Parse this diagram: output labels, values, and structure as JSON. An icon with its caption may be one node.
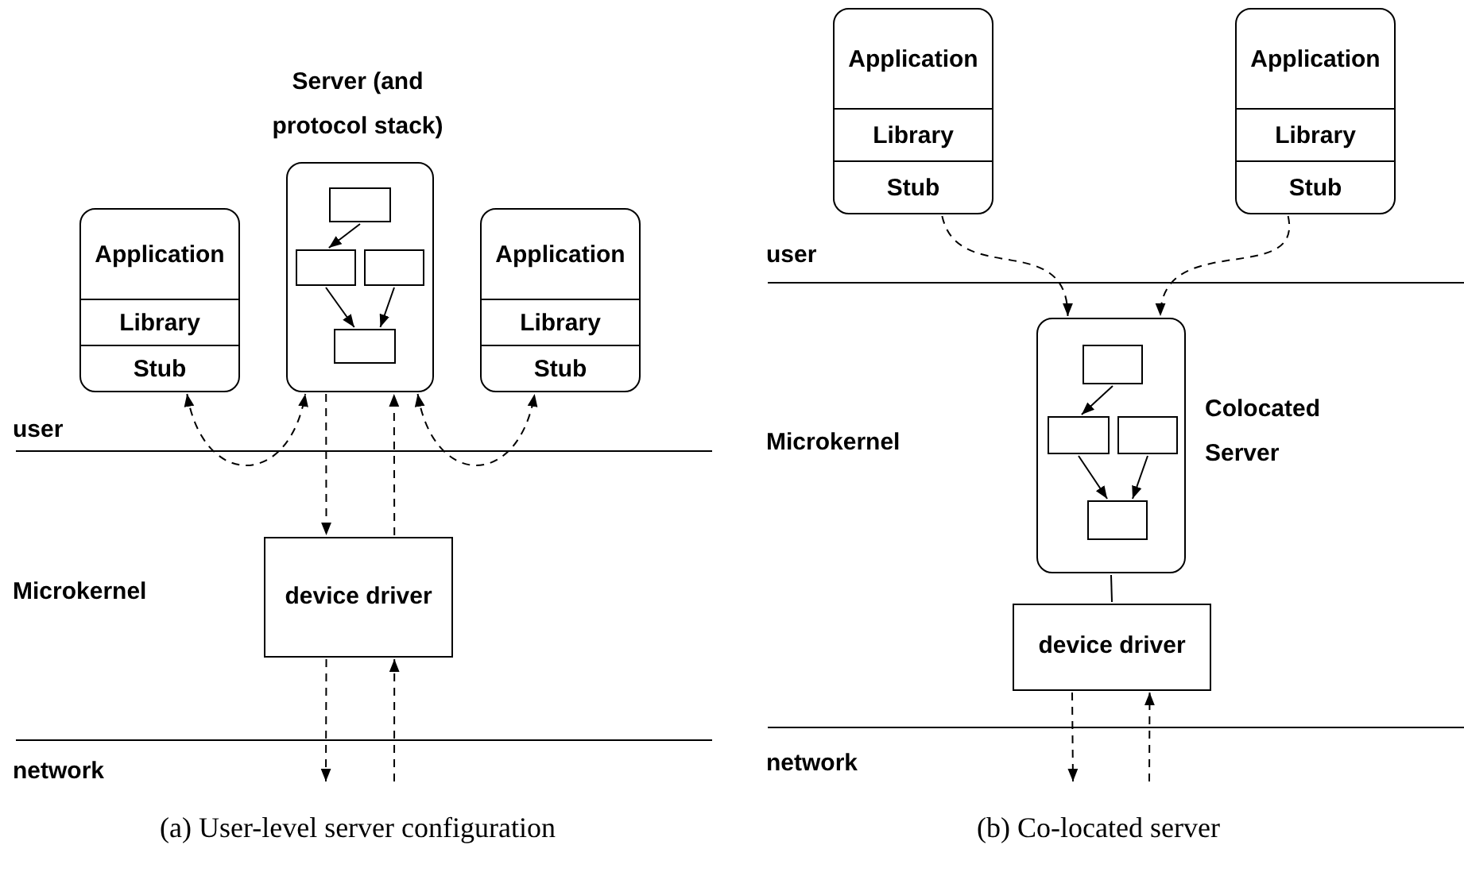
{
  "diagram": {
    "nodes": [
      {
        "text": [
          "Application",
          "Library",
          "Stub"
        ]
      },
      {
        "text": [
          "Server (and protocol stack)"
        ]
      },
      {
        "text": [],
        "shape": "box",
        "in": 1
      },
      {
        "text": [],
        "shape": "box",
        "in": 1
      },
      {
        "text": [],
        "shape": "box",
        "in": 1
      },
      {
        "text": [],
        "shape": "box",
        "in": 1
      },
      {
        "text": [
          "Application",
          "Library",
          "Stub"
        ]
      },
      {
        "text": [
          "device driver"
        ]
      },
      {
        "text": [
          "Application",
          "Library",
          "Stub"
        ]
      },
      {
        "text": [
          "Application",
          "Library",
          "Stub"
        ]
      },
      {
        "text": [
          "Colocated Server"
        ]
      },
      {
        "text": [],
        "shape": "box",
        "in": 10
      },
      {
        "text": [],
        "shape": "box",
        "in": 10
      },
      {
        "text": [],
        "shape": "box",
        "in": 10
      },
      {
        "text": [],
        "shape": "box",
        "in": 10
      },
      {
        "text": [
          "device driver"
        ]
      }
    ],
    "edges": [
      {
        "from": 0,
        "to": 1,
        "arrow": "both",
        "style": "dashed"
      },
      {
        "from": 1,
        "to": 6,
        "arrow": "both",
        "style": "dashed"
      },
      {
        "from": 1,
        "to": 7,
        "arrow": "to",
        "style": "dashed"
      },
      {
        "from": 7,
        "to": 1,
        "arrow": "to",
        "style": "dashed"
      },
      {
        "from": 7,
        "to": null,
        "arrow": "to",
        "style": "dashed"
      },
      {
        "from": null,
        "to": 7,
        "arrow": "to",
        "style": "dashed"
      },
      {
        "from": 2,
        "to": 3,
        "arrow": "to"
      },
      {
        "from": 3,
        "to": 5,
        "arrow": "to"
      },
      {
        "from": 4,
        "to": 5,
        "arrow": "to"
      },
      {
        "from": 8,
        "to": 10,
        "arrow": "to",
        "style": "dashed"
      },
      {
        "from": 9,
        "to": 10,
        "arrow": "to",
        "style": "dashed"
      },
      {
        "from": 10,
        "to": 15,
        "arrow": "none"
      },
      {
        "from": 15,
        "to": null,
        "arrow": "to",
        "style": "dashed"
      },
      {
        "from": null,
        "to": 15,
        "arrow": "to",
        "style": "dashed"
      },
      {
        "from": 11,
        "to": 12,
        "arrow": "to"
      },
      {
        "from": 12,
        "to": 14,
        "arrow": "to"
      },
      {
        "from": 13,
        "to": 14,
        "arrow": "to"
      }
    ],
    "labels": [
      "user",
      "Microkernel",
      "network",
      "user",
      "Microkernel",
      "network",
      "(a) User-level server configuration",
      "(b) Co-located server"
    ]
  }
}
